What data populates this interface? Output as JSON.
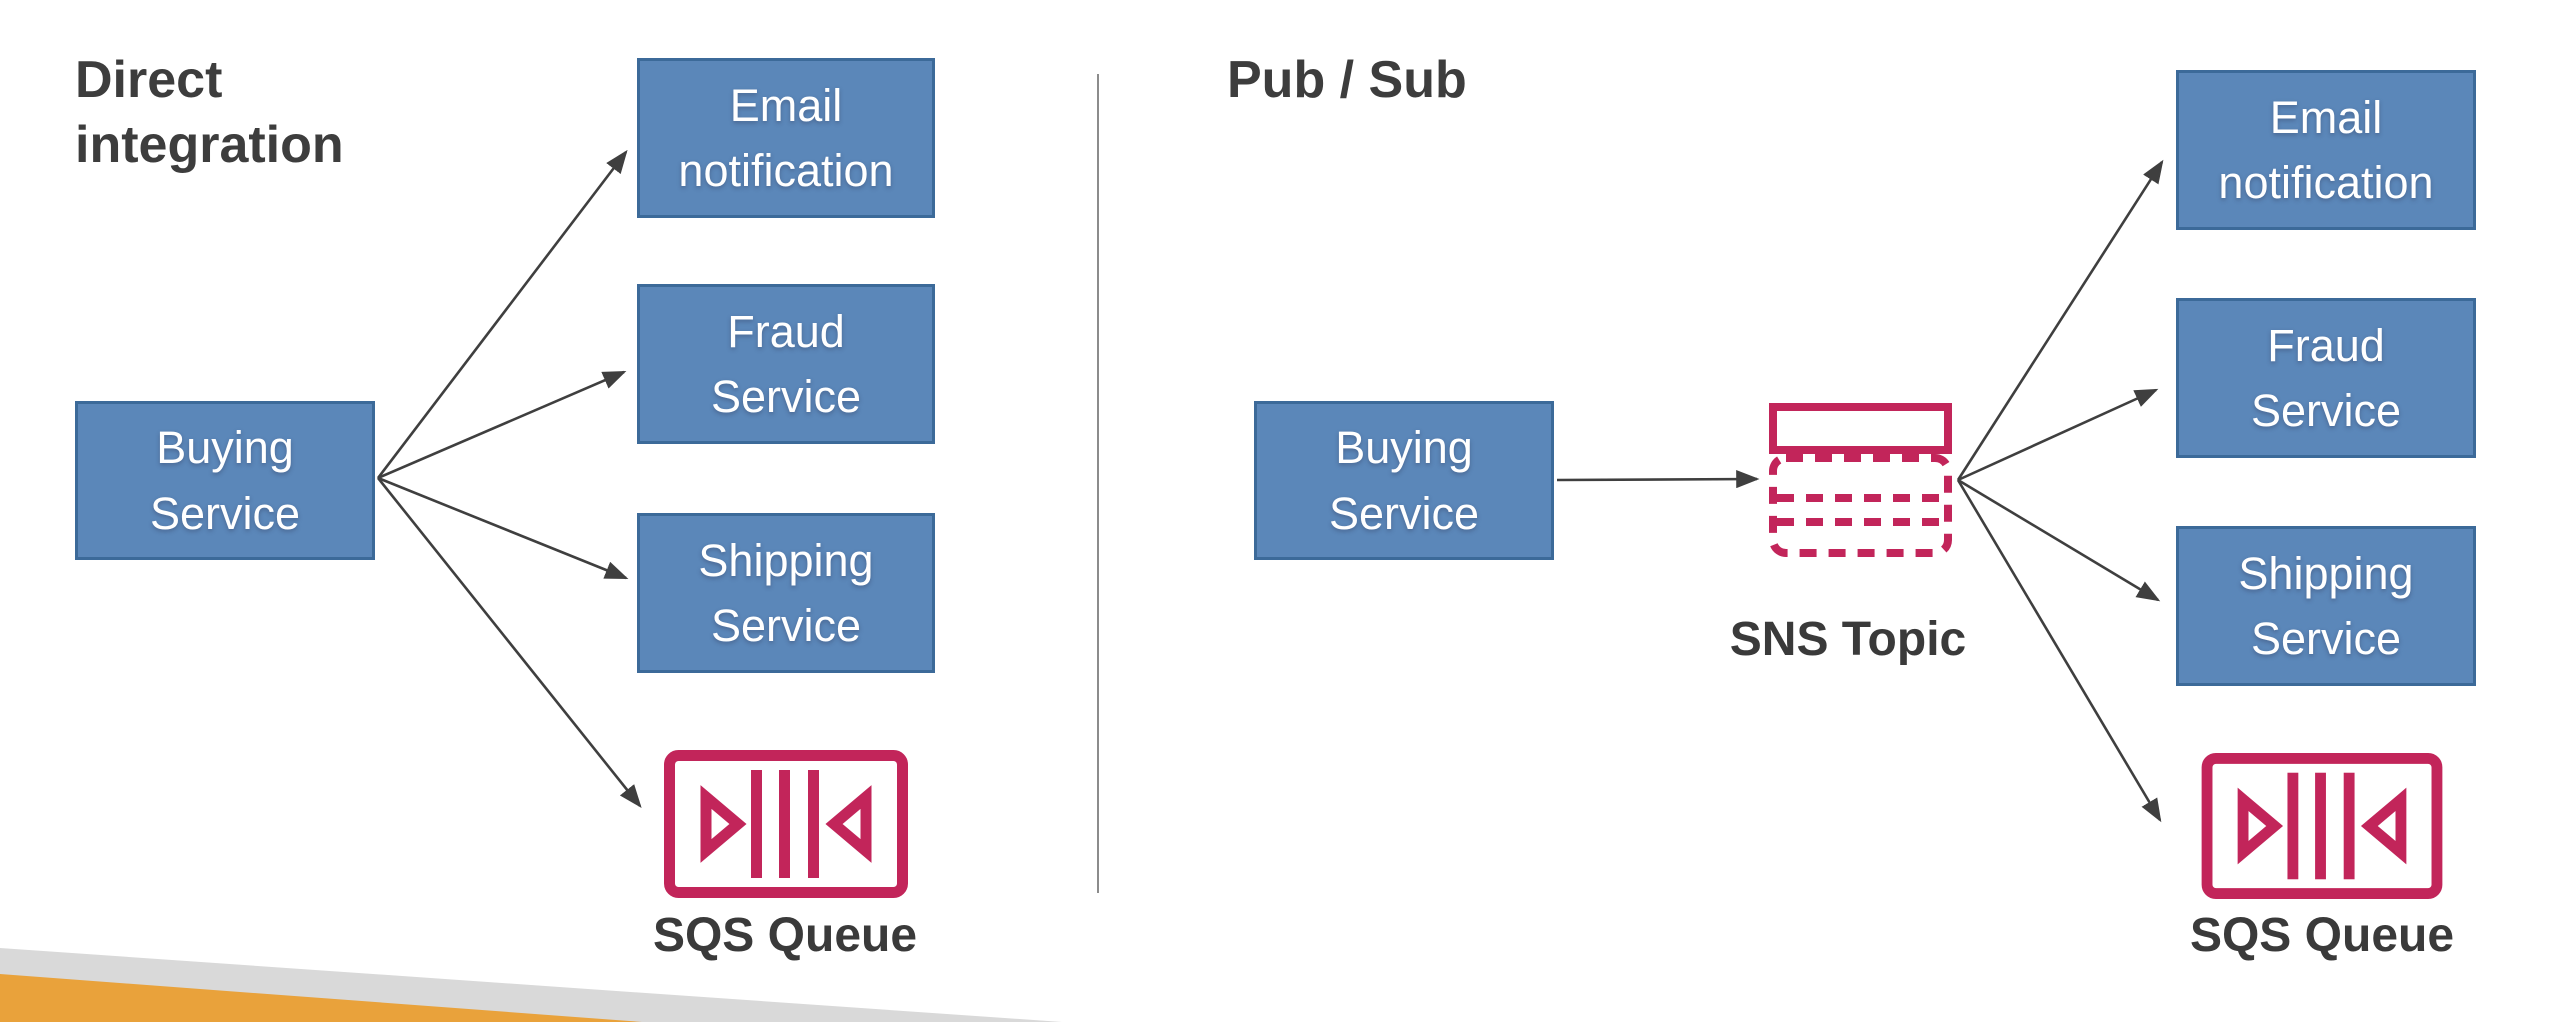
{
  "slide": {
    "left": {
      "title_line1": "Direct",
      "title_line2": "integration",
      "source_label": "Buying Service",
      "target_email": "Email notification",
      "target_fraud": "Fraud Service",
      "target_shipping": "Shipping Service",
      "queue_label": "SQS Queue"
    },
    "right": {
      "title": "Pub / Sub",
      "source_label": "Buying Service",
      "topic_label": "SNS Topic",
      "target_email": "Email notification",
      "target_fraud": "Fraud Service",
      "target_shipping": "Shipping Service",
      "queue_label": "SQS Queue"
    },
    "colors": {
      "box_fill": "#5b87b9",
      "box_border": "#3c6a99",
      "box_text": "#ffffff",
      "title_text": "#3d3d3d",
      "label_text": "#3a3a3a",
      "icon_accent": "#c2255a",
      "arrow": "#3f3f3f",
      "divider": "#8c8c8c",
      "stripe_gray": "#d9d9d9",
      "stripe_orange": "#e9a23b"
    }
  }
}
